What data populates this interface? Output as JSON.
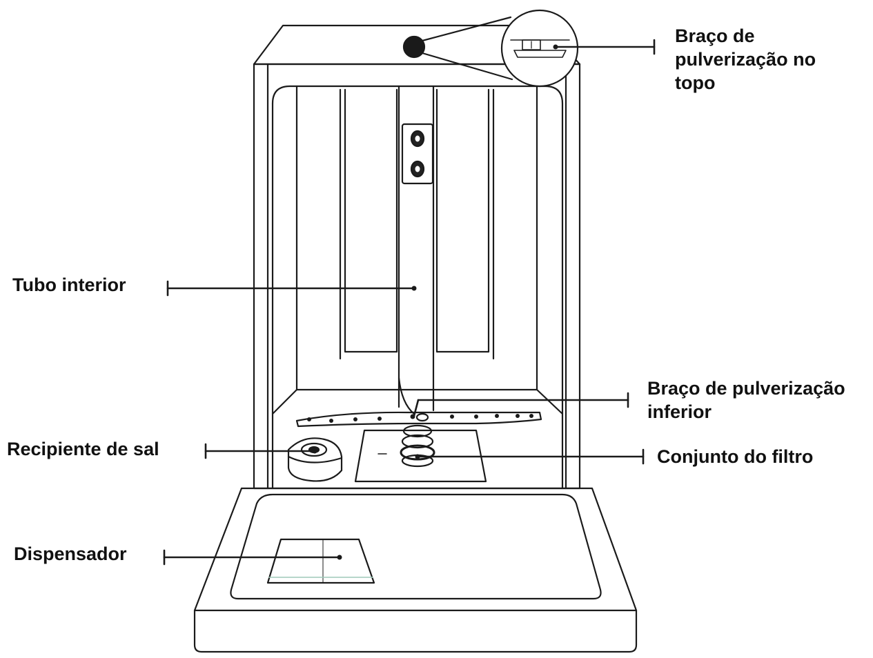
{
  "labels": {
    "top_spray_arm": [
      "Braço de",
      "pulverização no",
      "topo"
    ],
    "inner_tube": "Tubo interior",
    "lower_spray_arm": [
      "Braço de pulverização",
      "inferior"
    ],
    "salt_container": "Recipiente de sal",
    "filter_assembly": "Conjunto do filtro",
    "dispenser": "Dispensador"
  },
  "colors": {
    "line": "#1a1a1a",
    "text": "#111111",
    "background": "#ffffff"
  }
}
